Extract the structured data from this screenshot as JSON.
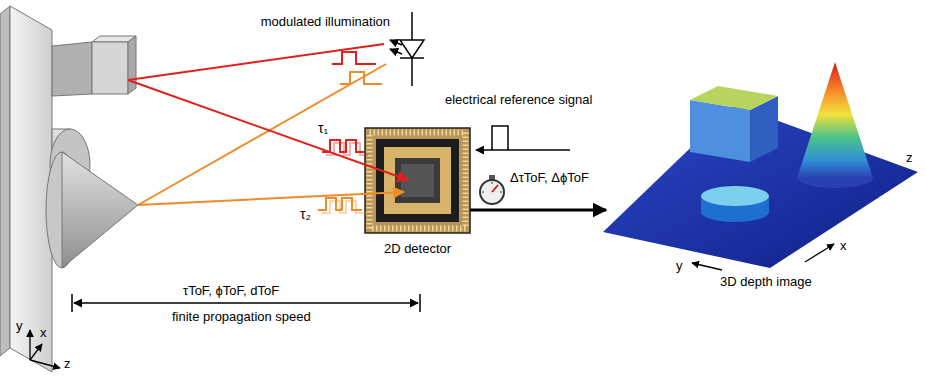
{
  "diagram": {
    "nodes": [
      {
        "text": [
          "modulated illumination"
        ]
      },
      {
        "text": [
          "2D detector"
        ]
      },
      {
        "text": [
          "3D depth image"
        ]
      }
    ],
    "edges": [
      {
        "from": 1,
        "to": 2,
        "arrow": "to",
        "label": "ΔτToF, ΔϕToF"
      }
    ],
    "labels": [
      "electrical reference signal",
      "τ₁",
      "τ₂",
      "τToF, ϕToF, dToF",
      "finite propagation speed",
      "y",
      "x",
      "z",
      "z",
      "y",
      "x"
    ]
  }
}
